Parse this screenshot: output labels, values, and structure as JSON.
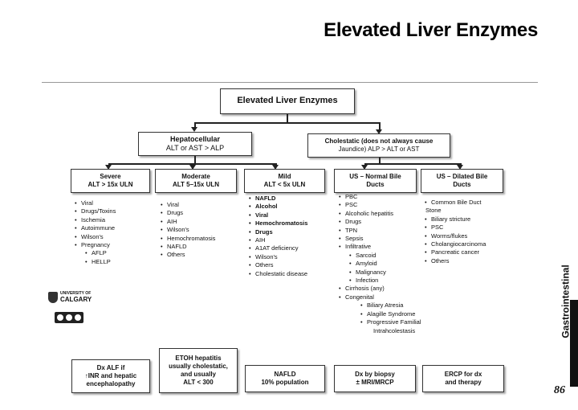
{
  "header": {
    "title": "Elevated Liver Enzymes"
  },
  "root": {
    "label": "Elevated Liver Enzymes"
  },
  "hepatocellular": {
    "title": "Hepatocellular",
    "sub": "ALT or AST > ALP"
  },
  "cholestatic": {
    "line1": "Cholestatic (does not always cause",
    "line2": "Jaundice) ALP > ALT or AST"
  },
  "columns": [
    {
      "title": "Severe",
      "sub": "ALT > 15x ULN",
      "items": [
        "Viral",
        "Drugs/Toxins",
        "Ischemia",
        "Autoimmune",
        "Wilson's",
        "Pregnancy"
      ],
      "subitems": [
        "AFLP",
        "HELLP"
      ]
    },
    {
      "title": "Moderate",
      "sub": "ALT 5–15x ULN",
      "items": [
        "Viral",
        "Drugs",
        "AIH",
        "Wilson's",
        "Hemochromatosis",
        "NAFLD",
        "Others"
      ]
    },
    {
      "title": "Mild",
      "sub": "ALT < 5x ULN",
      "items_bold": [
        "NAFLD",
        "Alcohol",
        "Viral",
        "Hemochromatosis",
        "Drugs"
      ],
      "items": [
        "AIH",
        "A1AT deficiency",
        "Wilson's",
        "Others",
        "Cholestatic disease"
      ]
    },
    {
      "title_line1": "US – Normal Bile",
      "title_line2": "Ducts",
      "items_a": [
        "PBC",
        "PSC",
        "Alcoholic hepatitis",
        "Drugs",
        "TPN",
        "Sepsis",
        "Infiltrative"
      ],
      "infiltrative": [
        "Sarcoid",
        "Amyloid",
        "Malignancy",
        "Infection"
      ],
      "items_b": [
        "Cirrhosis (any)",
        "Congenital"
      ],
      "congenital": [
        "Biliary Atresia",
        "Alagille Syndrome",
        "Progressive Familial"
      ],
      "congenital_cont": "Intrahcolestasis"
    },
    {
      "title_line1": "US – Dilated Bile",
      "title_line2": "Ducts",
      "first_line1": "Common Bile Duct",
      "first_line2": "Stone",
      "items": [
        "Biliary stricture",
        "PSC",
        "Worms/flukes",
        "Cholangiocarcinoma",
        "Pancreatic cancer",
        "Others"
      ]
    }
  ],
  "footer_boxes": [
    {
      "line1": "Dx ALF if",
      "line2": "↑INR and hepatic",
      "line3": "encephalopathy"
    },
    {
      "line1": "ETOH hepatitis",
      "line2": "usually cholestatic,",
      "line3": "and usually",
      "line4": "ALT < 300"
    },
    {
      "line1": "NAFLD",
      "line2": "10% population"
    },
    {
      "line1": "Dx by biopsy",
      "line2": "± MRI/MRCP"
    },
    {
      "line1": "ERCP for dx",
      "line2": "and therapy"
    }
  ],
  "logo": {
    "line1": "UNIVERSITY OF",
    "line2": "CALGARY"
  },
  "sidebar": {
    "label": "Gastrointestinal",
    "page_number": "86"
  }
}
